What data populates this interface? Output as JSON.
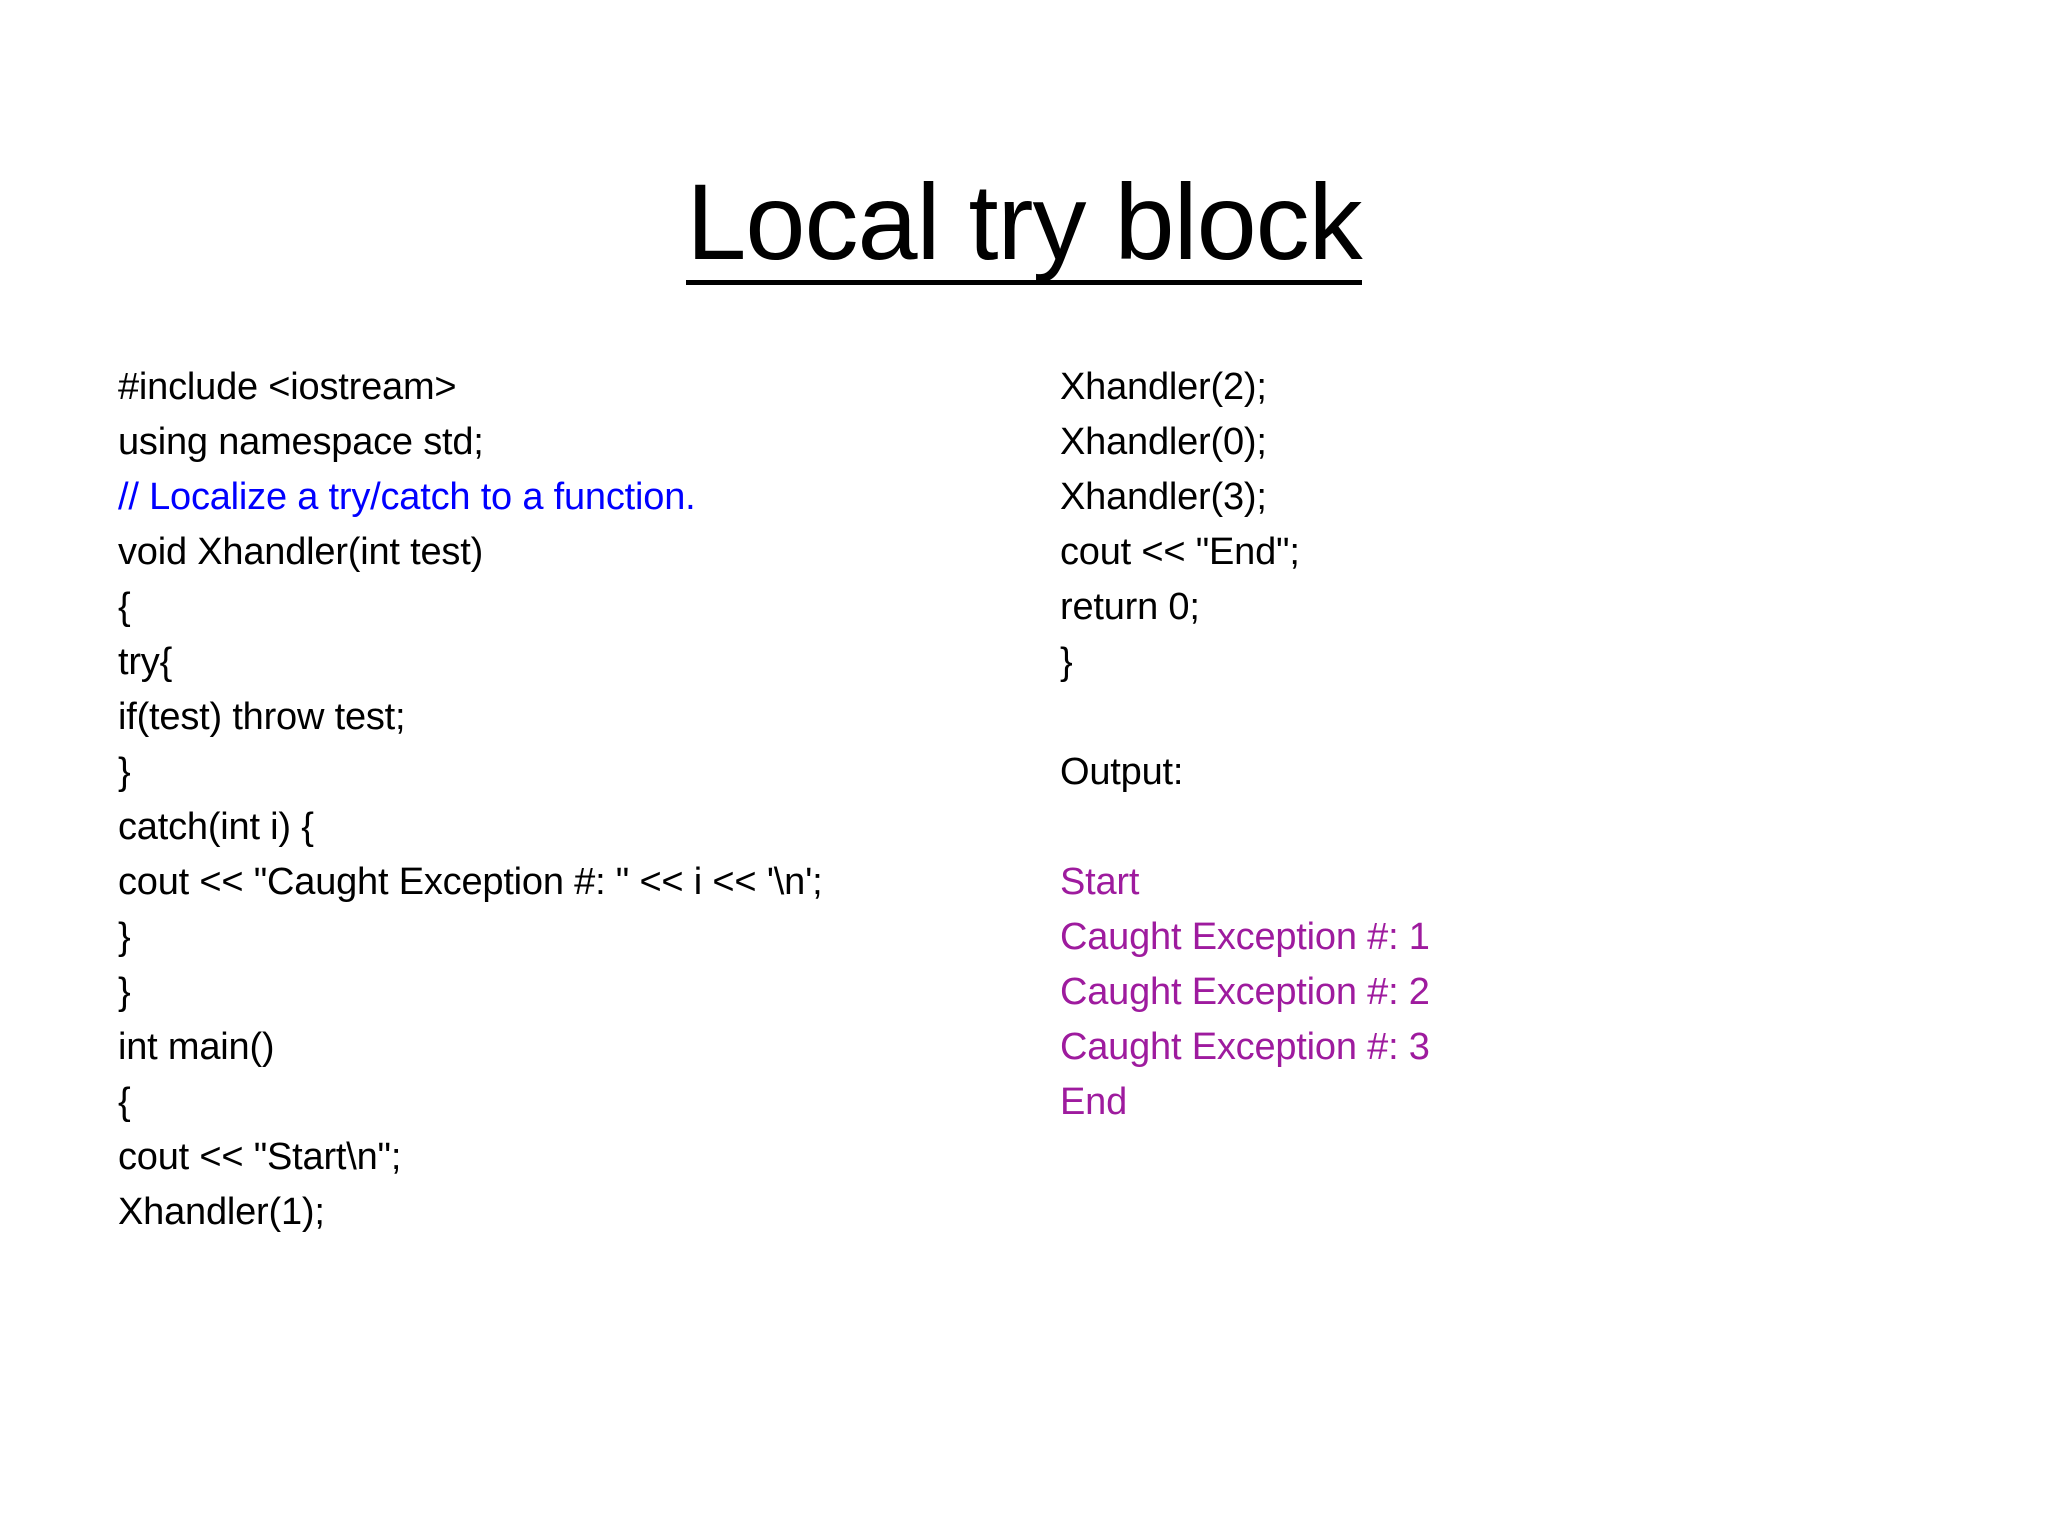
{
  "slide": {
    "title": "Local try block",
    "title_underlined": true,
    "background_color": "#ffffff",
    "colors": {
      "text": "#000000",
      "comment": "#0000FF",
      "output": "#9E1B9E"
    },
    "left_column": {
      "lines": [
        {
          "text": "#include <iostream>",
          "style": "code"
        },
        {
          "text": "using namespace std;",
          "style": "code"
        },
        {
          "text": "// Localize a try/catch to a function.",
          "style": "comment"
        },
        {
          "text": "void Xhandler(int test)",
          "style": "code"
        },
        {
          "text": "{",
          "style": "code"
        },
        {
          "text": "try{",
          "style": "code"
        },
        {
          "text": "if(test) throw test;",
          "style": "code"
        },
        {
          "text": "}",
          "style": "code"
        },
        {
          "text": "catch(int i) {",
          "style": "code"
        },
        {
          "text": "cout << \"Caught Exception #: \" << i << '\\n';",
          "style": "code"
        },
        {
          "text": "}",
          "style": "code"
        },
        {
          "text": "}",
          "style": "code"
        },
        {
          "text": "int main()",
          "style": "code"
        },
        {
          "text": "{",
          "style": "code"
        },
        {
          "text": "cout << \"Start\\n\";",
          "style": "code"
        },
        {
          "text": "Xhandler(1);",
          "style": "code"
        }
      ]
    },
    "right_column": {
      "lines": [
        {
          "text": "Xhandler(2);",
          "style": "code"
        },
        {
          "text": "Xhandler(0);",
          "style": "code"
        },
        {
          "text": "Xhandler(3);",
          "style": "code"
        },
        {
          "text": "cout << \"End\";",
          "style": "code"
        },
        {
          "text": "return 0;",
          "style": "code"
        },
        {
          "text": "}",
          "style": "code"
        },
        {
          "text": " ",
          "style": "blank"
        },
        {
          "text": "Output:",
          "style": "code"
        },
        {
          "text": " ",
          "style": "blank"
        },
        {
          "text": "Start",
          "style": "output"
        },
        {
          "text": "Caught Exception #: 1",
          "style": "output"
        },
        {
          "text": "Caught Exception #: 2",
          "style": "output"
        },
        {
          "text": "Caught Exception #: 3",
          "style": "output"
        },
        {
          "text": "End",
          "style": "output"
        }
      ]
    }
  }
}
